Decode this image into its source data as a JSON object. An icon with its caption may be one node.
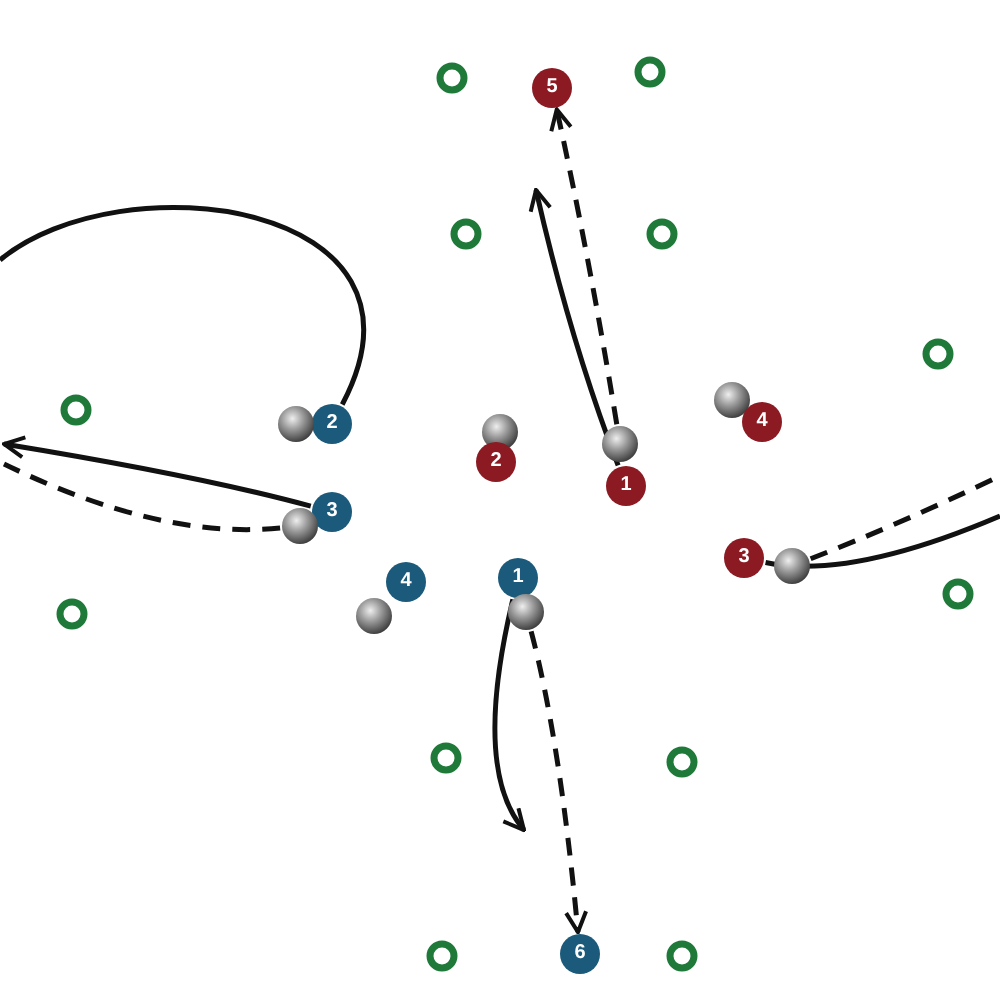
{
  "diagram": {
    "nodes": [
      {
        "text": [
          "5"
        ]
      },
      {
        "text": [],
        "shape": "circle"
      },
      {
        "text": [
          "4"
        ]
      },
      {
        "text": [
          "2"
        ]
      },
      {
        "text": [],
        "shape": "circle"
      },
      {
        "text": [],
        "shape": "circle"
      },
      {
        "text": [],
        "shape": "circle"
      },
      {
        "text": [
          "2"
        ]
      },
      {
        "text": [
          "1"
        ]
      },
      {
        "text": [
          "3"
        ]
      },
      {
        "text": [],
        "shape": "circle"
      },
      {
        "text": [
          "3"
        ]
      },
      {
        "text": [],
        "shape": "circle"
      },
      {
        "text": [
          "4"
        ]
      },
      {
        "text": [
          "1"
        ]
      },
      {
        "text": [],
        "shape": "circle"
      },
      {
        "text": [],
        "shape": "circle"
      },
      {
        "text": [
          "6"
        ]
      }
    ],
    "edges": [
      {
        "from": 6,
        "to": 0,
        "arrow": "to",
        "style": "dashed"
      },
      {
        "from": 8,
        "to": null,
        "arrow": "to"
      },
      {
        "from": 16,
        "to": 17,
        "arrow": "to",
        "style": "dashed"
      },
      {
        "from": 14,
        "to": null,
        "arrow": "to"
      },
      {
        "from": 3,
        "to": null,
        "arrow": "none"
      },
      {
        "from": 9,
        "to": null,
        "arrow": "to"
      },
      {
        "from": 10,
        "to": null,
        "arrow": "none",
        "style": "dashed"
      },
      {
        "from": 12,
        "to": null,
        "arrow": "none",
        "style": "dashed"
      },
      {
        "from": 11,
        "to": null,
        "arrow": "none"
      }
    ]
  }
}
